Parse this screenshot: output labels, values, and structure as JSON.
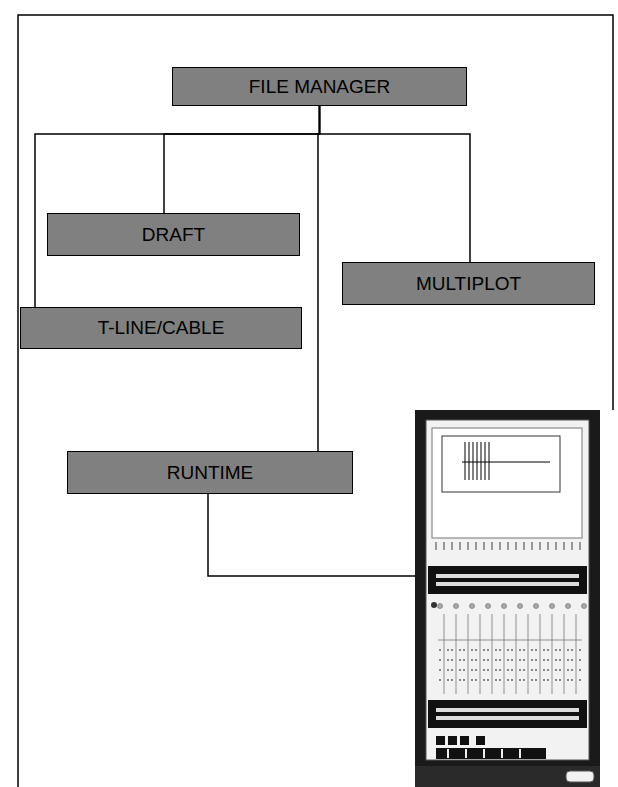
{
  "diagram": {
    "nodes": [
      {
        "text": [
          "FILE MANAGER"
        ]
      },
      {
        "text": [
          "DRAFT"
        ]
      },
      {
        "text": [
          "MULTIPLOT"
        ]
      },
      {
        "text": [
          "T-LINE/CABLE"
        ]
      },
      {
        "text": [
          "RUNTIME"
        ]
      }
    ],
    "edges": [
      {
        "from": 0,
        "to": 1,
        "arrow": "none"
      },
      {
        "from": 0,
        "to": 2,
        "arrow": "none"
      },
      {
        "from": 0,
        "to": 3,
        "arrow": "none"
      },
      {
        "from": 0,
        "to": 4,
        "arrow": "none"
      }
    ]
  }
}
